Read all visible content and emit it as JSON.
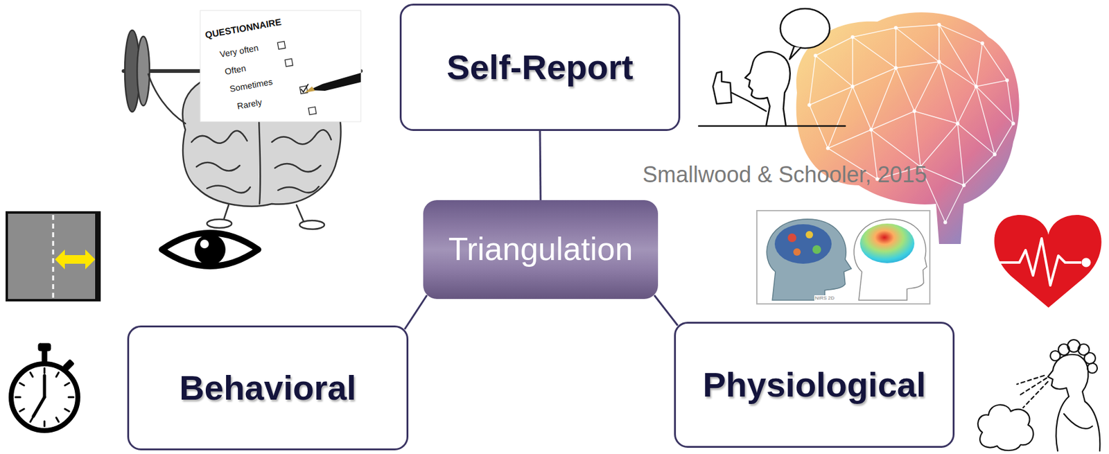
{
  "diagram": {
    "nodes": [
      {
        "text": [
          "Self-Report"
        ]
      },
      {
        "text": [
          "Triangulation"
        ]
      },
      {
        "text": [
          "Behavioral"
        ]
      },
      {
        "text": [
          "Physiological"
        ]
      }
    ],
    "edges": [
      {
        "from": 1,
        "to": 0,
        "arrow": "none"
      },
      {
        "from": 1,
        "to": 2,
        "arrow": "none"
      },
      {
        "from": 1,
        "to": 3,
        "arrow": "none"
      }
    ],
    "labels": [
      "Smallwood & Schooler, 2015",
      "QUESTIONNAIRE",
      "Very often",
      "Often",
      "Sometimes",
      "Rarely",
      "NIRS 2D"
    ]
  }
}
